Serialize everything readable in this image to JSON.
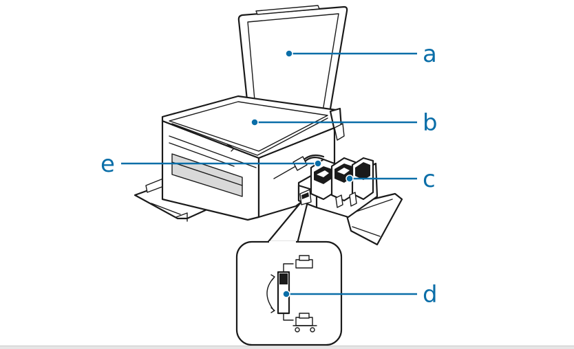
{
  "callouts": {
    "a": "a",
    "b": "b",
    "c": "c",
    "d": "d",
    "e": "e"
  },
  "colors": {
    "callout": "#0a6ea8",
    "line_art": "#1a1a1a"
  },
  "icons": {
    "printer_top": "printer-icon",
    "printer_bottom": "printer-cart-icon",
    "rotate": "rotate-arrow-icon"
  }
}
